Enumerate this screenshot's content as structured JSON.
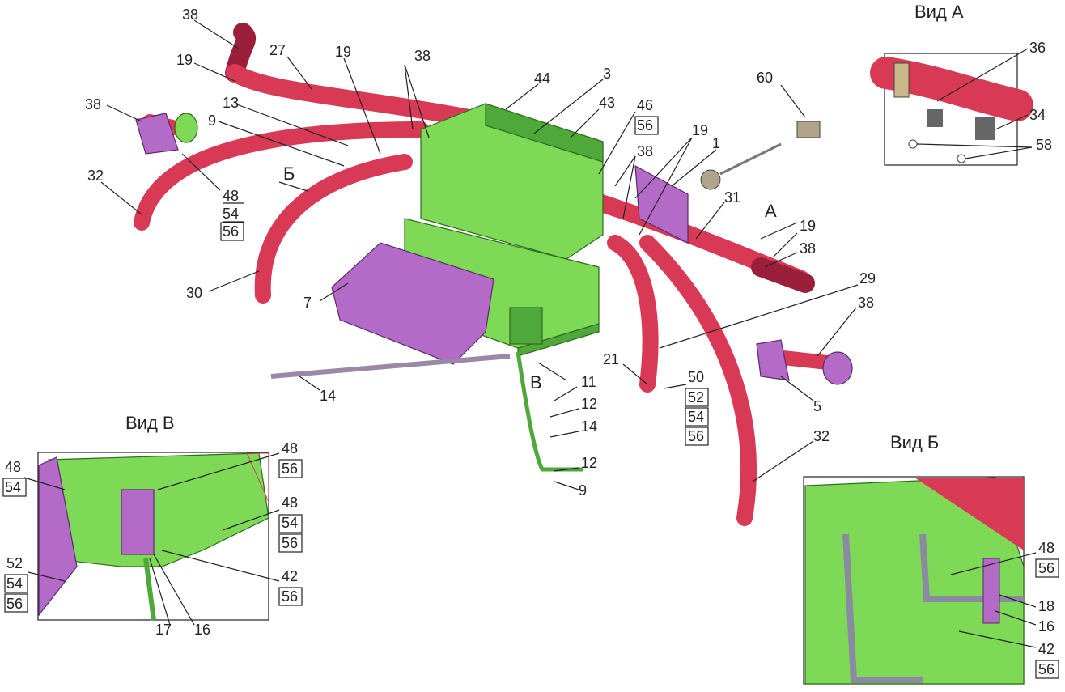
{
  "views": {
    "a": "Вид А",
    "b": "Вид Б",
    "v": "Вид В"
  },
  "arrows": {
    "a": "А",
    "b": "Б",
    "v": "В"
  },
  "callouts": {
    "c38_top": "38",
    "c27": "27",
    "c19_l": "19",
    "c19_m": "19",
    "c38_m": "38",
    "c38_l": "38",
    "c13": "13",
    "c9_l": "9",
    "c32_l": "32",
    "c48_a": "48",
    "c54_a": "54",
    "c56_a": "56",
    "c30": "30",
    "c7": "7",
    "c44": "44",
    "c3": "3",
    "c43": "43",
    "c46": "46",
    "c56_b": "56",
    "c38_c": "38",
    "c19_c": "19",
    "c1": "1",
    "c60": "60",
    "c31": "31",
    "c19_r": "19",
    "c38_r": "38",
    "c29": "29",
    "c38_r2": "38",
    "c5": "5",
    "c21": "21",
    "c50": "50",
    "c52_c": "52",
    "c54_c": "54",
    "c56_c": "56",
    "c11": "11",
    "c12_a": "12",
    "c14_a": "14",
    "c12_b": "12",
    "c9_b": "9",
    "c14_b": "14",
    "c32_r": "32",
    "vA_36": "36",
    "vA_34": "34",
    "vA_58": "58",
    "vV_48a": "48",
    "vV_56a": "56",
    "vV_48b": "48",
    "vV_54b": "54",
    "vV_48c": "48",
    "vV_54c": "54",
    "vV_56c": "56",
    "vV_52": "52",
    "vV_54d": "54",
    "vV_56d": "56",
    "vV_42": "42",
    "vV_56e": "56",
    "vV_17": "17",
    "vV_16": "16",
    "vB_48": "48",
    "vB_56a": "56",
    "vB_18": "18",
    "vB_16": "16",
    "vB_42": "42",
    "vB_56b": "56"
  },
  "colors": {
    "hose": "#d83a55",
    "unit": "#7ed957",
    "panel": "#b36bc7"
  }
}
